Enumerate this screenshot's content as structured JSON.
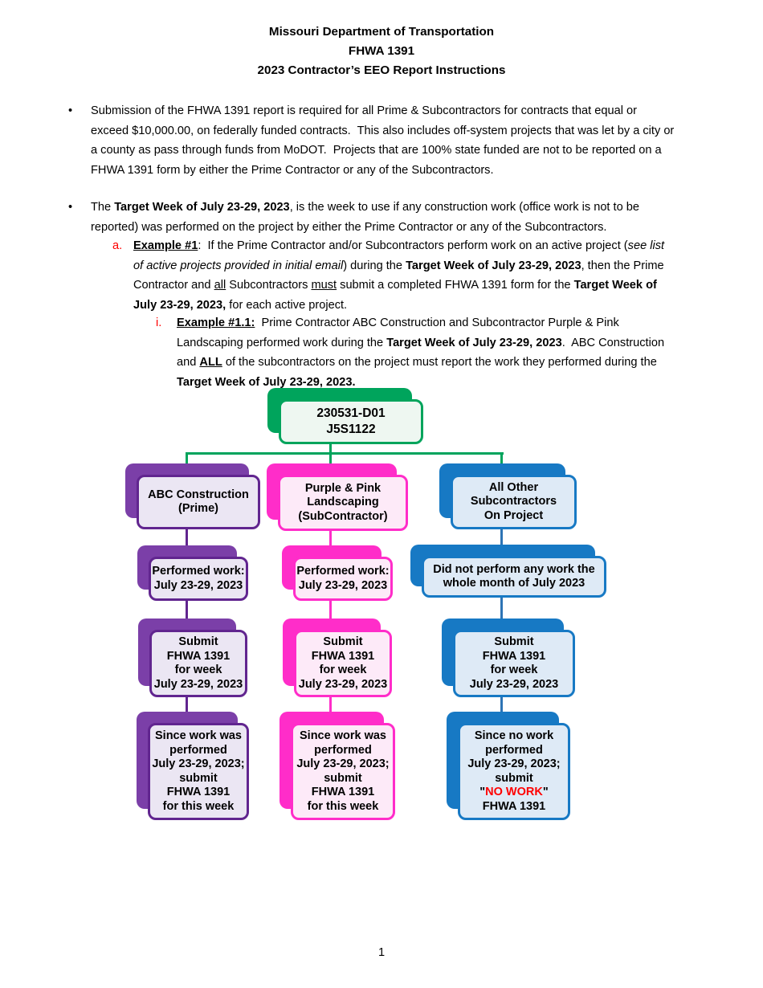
{
  "colors": {
    "green": "#00a45c",
    "green_fill": "#eef7f1",
    "purple": "#7b3fa8",
    "purple_border": "#61258f",
    "purple_fill": "#ebe6f3",
    "pink": "#ff2dc9",
    "pink_fill": "#fdeaf8",
    "blue": "#1779c4",
    "blue_line": "#2e74b5",
    "blue_fill": "#deeaf6",
    "red": "#ff0000"
  },
  "header": {
    "lines": [
      "Missouri Department of Transportation",
      "FHWA 1391",
      "2023 Contractor’s EEO Report Instructions"
    ]
  },
  "bullets": {
    "glyph": "•"
  },
  "paragraphs": {
    "p1": [
      {
        "t": "Submission of the FHWA 1391 report is required for all Prime & Subcontractors for contracts that equal or"
      },
      {
        "br": true
      },
      {
        "t": "exceed $10,000.00, on federally funded contracts.  This also includes off-system projects that was let by a city or"
      },
      {
        "br": true
      },
      {
        "t": "a county as pass through funds from MoDOT.  Projects that are 100% state funded are not to be reported on a"
      },
      {
        "br": true
      },
      {
        "t": "FHWA 1391 form by either the Prime Contractor or any of the Subcontractors."
      }
    ],
    "p2": [
      {
        "t": "The "
      },
      {
        "t": "Target Week of July 23-29, 2023",
        "b": true
      },
      {
        "t": ", is the week to use if any construction work (office work is not to be"
      },
      {
        "br": true
      },
      {
        "t": "reported) was performed on the project by either the Prime Contractor or any of the Subcontractors."
      }
    ],
    "item_a_marker": "a.",
    "item_a": [
      {
        "t": "Example #1",
        "b": true,
        "u": true
      },
      {
        "t": ":  If the Prime Contractor and/or Subcontractors perform work on an active project ("
      },
      {
        "t": "see list",
        "i": true
      },
      {
        "br": true
      },
      {
        "t": "of active projects provided in initial email",
        "i": true
      },
      {
        "t": ") during the "
      },
      {
        "t": "Target Week of July 23-29, 2023",
        "b": true
      },
      {
        "t": ", then the Prime"
      },
      {
        "br": true
      },
      {
        "t": "Contractor and "
      },
      {
        "t": "all",
        "u": true
      },
      {
        "t": " Subcontractors "
      },
      {
        "t": "must",
        "u": true
      },
      {
        "t": " submit a completed FHWA 1391 form for the "
      },
      {
        "t": "Target Week of",
        "b": true
      },
      {
        "br": true
      },
      {
        "t": "July 23-29, 2023,",
        "b": true
      },
      {
        "t": " for each active project."
      }
    ],
    "item_i_marker": "i.",
    "item_i": [
      {
        "t": "Example #1.1:",
        "b": true,
        "u": true
      },
      {
        "t": "  Prime Contractor ABC Construction and Subcontractor Purple & Pink"
      },
      {
        "br": true
      },
      {
        "t": "Landscaping performed work during the "
      },
      {
        "t": "Target Week of July 23-29, 2023",
        "b": true
      },
      {
        "t": ".  ABC Construction"
      },
      {
        "br": true
      },
      {
        "t": "and "
      },
      {
        "t": "ALL",
        "b": true,
        "u": true
      },
      {
        "t": " of the subcontractors on the project must report the work they performed during the"
      },
      {
        "br": true
      },
      {
        "t": "Target Week of July 23-29, 2023.",
        "b": true
      }
    ]
  },
  "flowchart": {
    "root": [
      {
        "t": "230531-D01"
      },
      {
        "br": true
      },
      {
        "t": "J5S1122"
      }
    ],
    "purple": {
      "r1": [
        {
          "t": "ABC Construction"
        },
        {
          "br": true
        },
        {
          "t": "(Prime)"
        }
      ],
      "r2": [
        {
          "t": "Performed work:"
        },
        {
          "br": true
        },
        {
          "t": "July 23-29, 2023"
        }
      ],
      "r3": [
        {
          "t": "Submit"
        },
        {
          "br": true
        },
        {
          "t": "FHWA 1391"
        },
        {
          "br": true
        },
        {
          "t": "for week"
        },
        {
          "br": true
        },
        {
          "t": "July 23-29, 2023"
        }
      ],
      "r4": [
        {
          "t": "Since work was"
        },
        {
          "br": true
        },
        {
          "t": "performed"
        },
        {
          "br": true
        },
        {
          "t": "July 23-29, 2023;"
        },
        {
          "br": true
        },
        {
          "t": "submit"
        },
        {
          "br": true
        },
        {
          "t": "FHWA 1391"
        },
        {
          "br": true
        },
        {
          "t": "for this week"
        }
      ]
    },
    "pink": {
      "r1": [
        {
          "t": "Purple & Pink"
        },
        {
          "br": true
        },
        {
          "t": "Landscaping"
        },
        {
          "br": true
        },
        {
          "t": "(SubContractor)"
        }
      ],
      "r2": [
        {
          "t": "Performed work:"
        },
        {
          "br": true
        },
        {
          "t": "July 23-29, 2023"
        }
      ],
      "r3": [
        {
          "t": "Submit"
        },
        {
          "br": true
        },
        {
          "t": "FHWA 1391"
        },
        {
          "br": true
        },
        {
          "t": "for week"
        },
        {
          "br": true
        },
        {
          "t": "July 23-29, 2023"
        }
      ],
      "r4": [
        {
          "t": "Since work was"
        },
        {
          "br": true
        },
        {
          "t": "performed"
        },
        {
          "br": true
        },
        {
          "t": "July 23-29, 2023;"
        },
        {
          "br": true
        },
        {
          "t": "submit"
        },
        {
          "br": true
        },
        {
          "t": "FHWA 1391"
        },
        {
          "br": true
        },
        {
          "t": "for this week"
        }
      ]
    },
    "blue": {
      "r1": [
        {
          "t": "All Other"
        },
        {
          "br": true
        },
        {
          "t": "Subcontractors"
        },
        {
          "br": true
        },
        {
          "t": "On Project"
        }
      ],
      "r2": [
        {
          "t": "Did not perform any work the"
        },
        {
          "br": true
        },
        {
          "t": "whole month of July 2023"
        }
      ],
      "r3": [
        {
          "t": "Submit"
        },
        {
          "br": true
        },
        {
          "t": "FHWA 1391"
        },
        {
          "br": true
        },
        {
          "t": "for week"
        },
        {
          "br": true
        },
        {
          "t": "July 23-29, 2023"
        }
      ],
      "r4": [
        {
          "t": "Since no work"
        },
        {
          "br": true
        },
        {
          "t": "performed"
        },
        {
          "br": true
        },
        {
          "t": "July 23-29, 2023;"
        },
        {
          "br": true
        },
        {
          "t": "submit"
        },
        {
          "br": true
        },
        {
          "t": "\""
        },
        {
          "t": "NO WORK",
          "c": "#ff0000"
        },
        {
          "t": "\""
        },
        {
          "br": true
        },
        {
          "t": "FHWA 1391"
        }
      ]
    }
  },
  "footer": {
    "page_number": "1"
  }
}
